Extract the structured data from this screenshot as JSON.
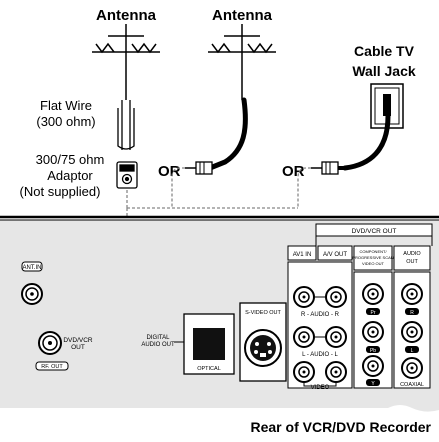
{
  "labels": {
    "antenna_left": "Antenna",
    "antenna_middle": "Antenna",
    "cable_tv_line1": "Cable TV",
    "cable_tv_line2": "Wall Jack",
    "flat_wire_line1": "Flat Wire",
    "flat_wire_line2": "(300 ohm)",
    "adaptor_line1": "300/75 ohm",
    "adaptor_line2": "Adaptor",
    "adaptor_line3": "(Not supplied)",
    "or_1": "OR",
    "or_2": "OR",
    "caption": "Rear of VCR/DVD Recorder"
  },
  "panel": {
    "ant_in": "ANT.IN",
    "rf_out": "RF. OUT",
    "dvd_vcr_out_line1": "DVD/VCR",
    "dvd_vcr_out_line2": "OUT",
    "digital_audio_out_line1": "DIGITAL",
    "digital_audio_out_line2": "AUDIO OUT",
    "optical": "OPTICAL",
    "svideo_out": "S-VIDEO OUT",
    "group_header": "DVD/VCR OUT",
    "av1_in": "AV1 IN",
    "av_out": "A/V OUT",
    "component_line1": "COMPONENT/",
    "component_line2": "PROGRESSIVE SCAN",
    "component_line3": "VIDEO OUT",
    "audio_out_line1": "AUDIO",
    "audio_out_line2": "OUT",
    "r_audio_r": "R - AUDIO - R",
    "l_audio_l": "L - AUDIO - L",
    "video": "VIDEO",
    "pr": "Pr",
    "pb": "Pb",
    "y": "Y",
    "r": "R",
    "l": "L",
    "coaxial": "COAXIAL"
  }
}
